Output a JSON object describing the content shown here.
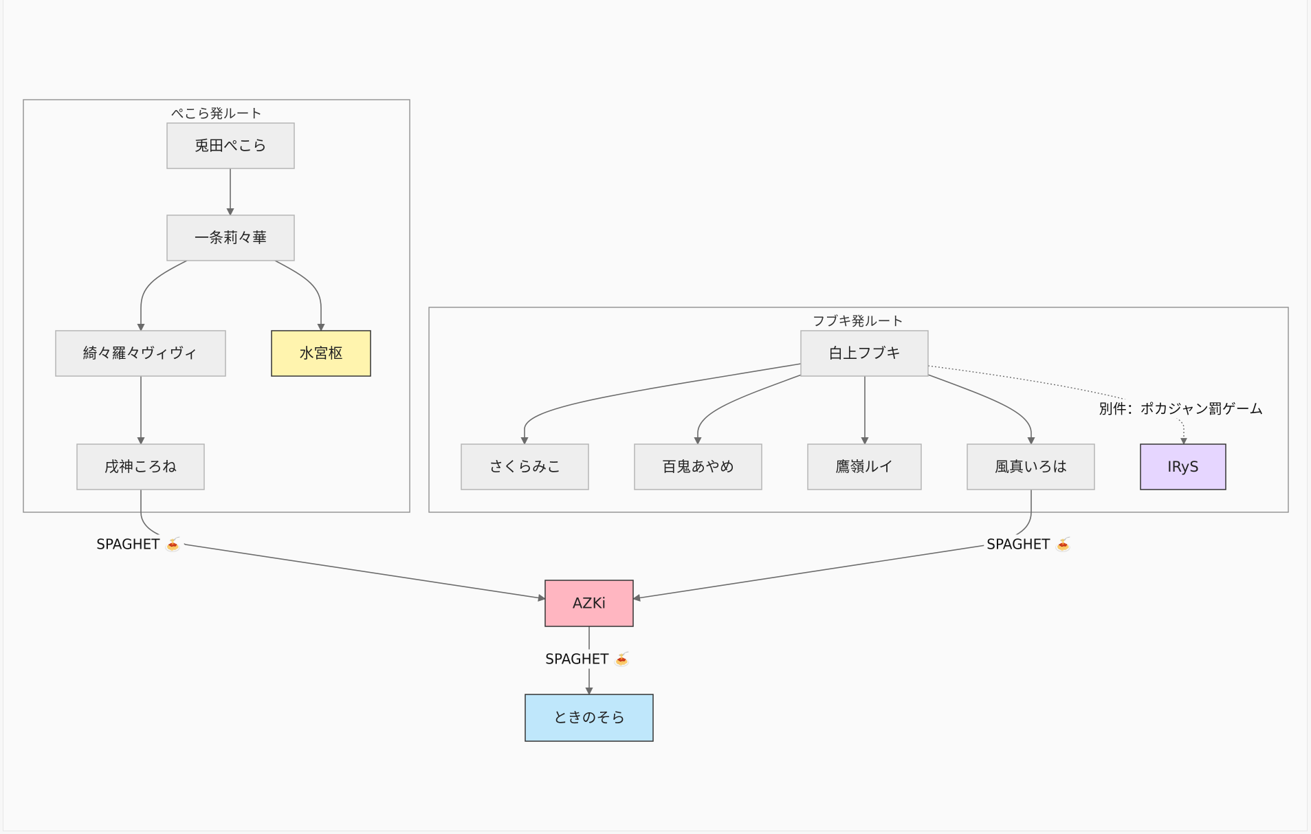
{
  "colors": {
    "node_default_fill": "#eeeeee",
    "node_default_stroke": "#b5b5b5",
    "node_accent_stroke": "#333333",
    "yellow_fill": "#fff4ae",
    "purple_fill": "#e6d6ff",
    "pink_fill": "#ffb6c1",
    "blue_fill": "#bfe7fb",
    "edge": "#6b6b6b"
  },
  "clusters": [
    {
      "id": "pekora_route",
      "label": "ぺこら発ルート"
    },
    {
      "id": "fubuki_route",
      "label": "フブキ発ルート"
    }
  ],
  "nodes": [
    {
      "id": "pekora",
      "label": "兎田ぺこら",
      "style": "default"
    },
    {
      "id": "ririka",
      "label": "一条莉々華",
      "style": "default"
    },
    {
      "id": "kirara",
      "label": "綺々羅々ヴィヴィ",
      "style": "default"
    },
    {
      "id": "suzumiya",
      "label": "水宮枢",
      "style": "yellow"
    },
    {
      "id": "korone",
      "label": "戌神ころね",
      "style": "default"
    },
    {
      "id": "fubuki",
      "label": "白上フブキ",
      "style": "default"
    },
    {
      "id": "miko",
      "label": "さくらみこ",
      "style": "default"
    },
    {
      "id": "ayame",
      "label": "百鬼あやめ",
      "style": "default"
    },
    {
      "id": "lui",
      "label": "鷹嶺ルイ",
      "style": "default"
    },
    {
      "id": "iroha",
      "label": "風真いろは",
      "style": "default"
    },
    {
      "id": "irys",
      "label": "IRyS",
      "style": "purple"
    },
    {
      "id": "azki",
      "label": "AZKi",
      "style": "pink"
    },
    {
      "id": "sora",
      "label": "ときのそら",
      "style": "blue"
    }
  ],
  "edges": [
    {
      "id": "pekora-ririka",
      "from": "pekora",
      "to": "ririka",
      "label": "",
      "dotted": false
    },
    {
      "id": "ririka-kirara",
      "from": "ririka",
      "to": "kirara",
      "label": "",
      "dotted": false
    },
    {
      "id": "ririka-suzumiya",
      "from": "ririka",
      "to": "suzumiya",
      "label": "",
      "dotted": false
    },
    {
      "id": "kirara-korone",
      "from": "kirara",
      "to": "korone",
      "label": "",
      "dotted": false
    },
    {
      "id": "fubuki-miko",
      "from": "fubuki",
      "to": "miko",
      "label": "",
      "dotted": false
    },
    {
      "id": "fubuki-ayame",
      "from": "fubuki",
      "to": "ayame",
      "label": "",
      "dotted": false
    },
    {
      "id": "fubuki-lui",
      "from": "fubuki",
      "to": "lui",
      "label": "",
      "dotted": false
    },
    {
      "id": "fubuki-iroha",
      "from": "fubuki",
      "to": "iroha",
      "label": "",
      "dotted": false
    },
    {
      "id": "fubuki-irys",
      "from": "fubuki",
      "to": "irys",
      "label": "別件：ポカジャン罰ゲーム",
      "dotted": true
    },
    {
      "id": "korone-azki",
      "from": "korone",
      "to": "azki",
      "label": "SPAGHET 🍝",
      "dotted": false
    },
    {
      "id": "iroha-azki",
      "from": "iroha",
      "to": "azki",
      "label": "SPAGHET 🍝",
      "dotted": false
    },
    {
      "id": "azki-sora",
      "from": "azki",
      "to": "sora",
      "label": "SPAGHET 🍝",
      "dotted": false
    }
  ]
}
